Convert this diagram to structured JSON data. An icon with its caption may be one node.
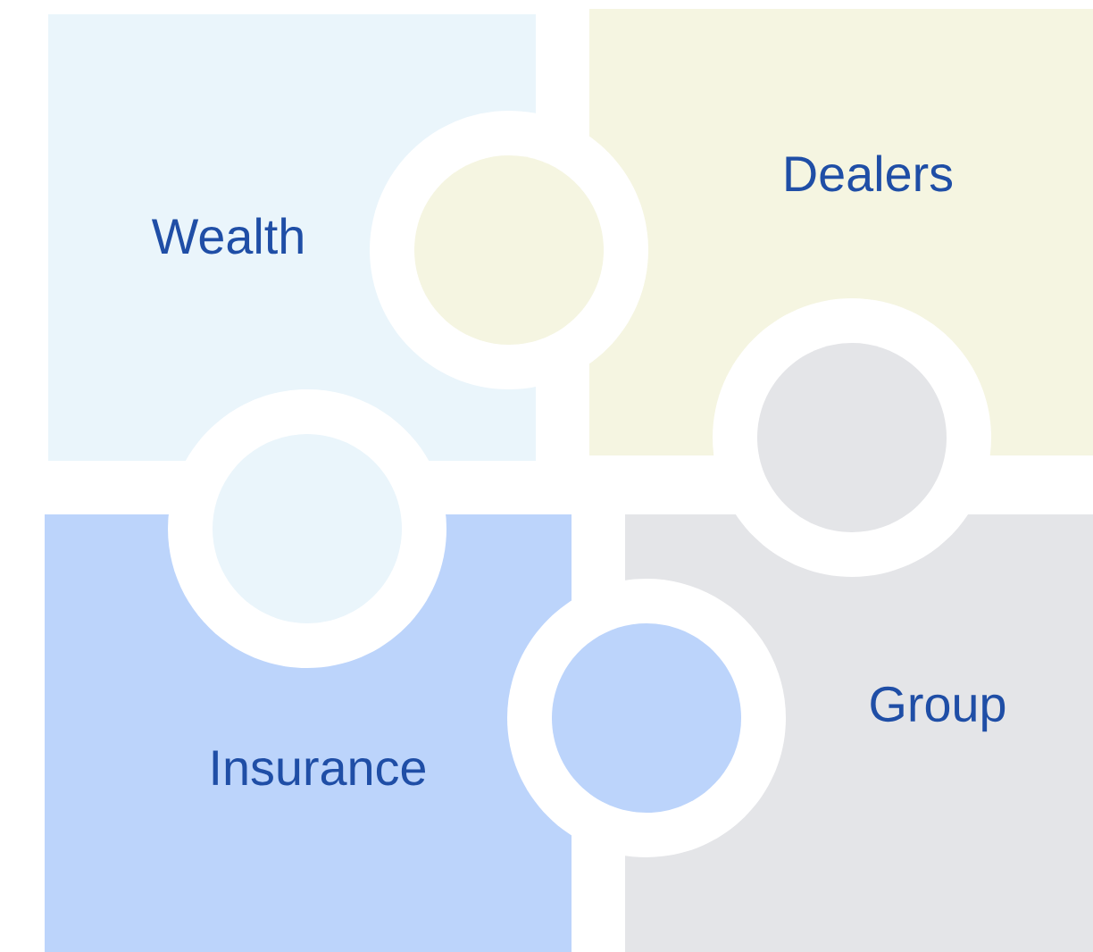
{
  "diagram": {
    "nodes": [
      {
        "text": [
          "Wealth"
        ]
      },
      {
        "text": [
          "Dealers"
        ]
      },
      {
        "text": [
          "Insurance"
        ]
      },
      {
        "text": [
          "Group"
        ]
      }
    ]
  }
}
